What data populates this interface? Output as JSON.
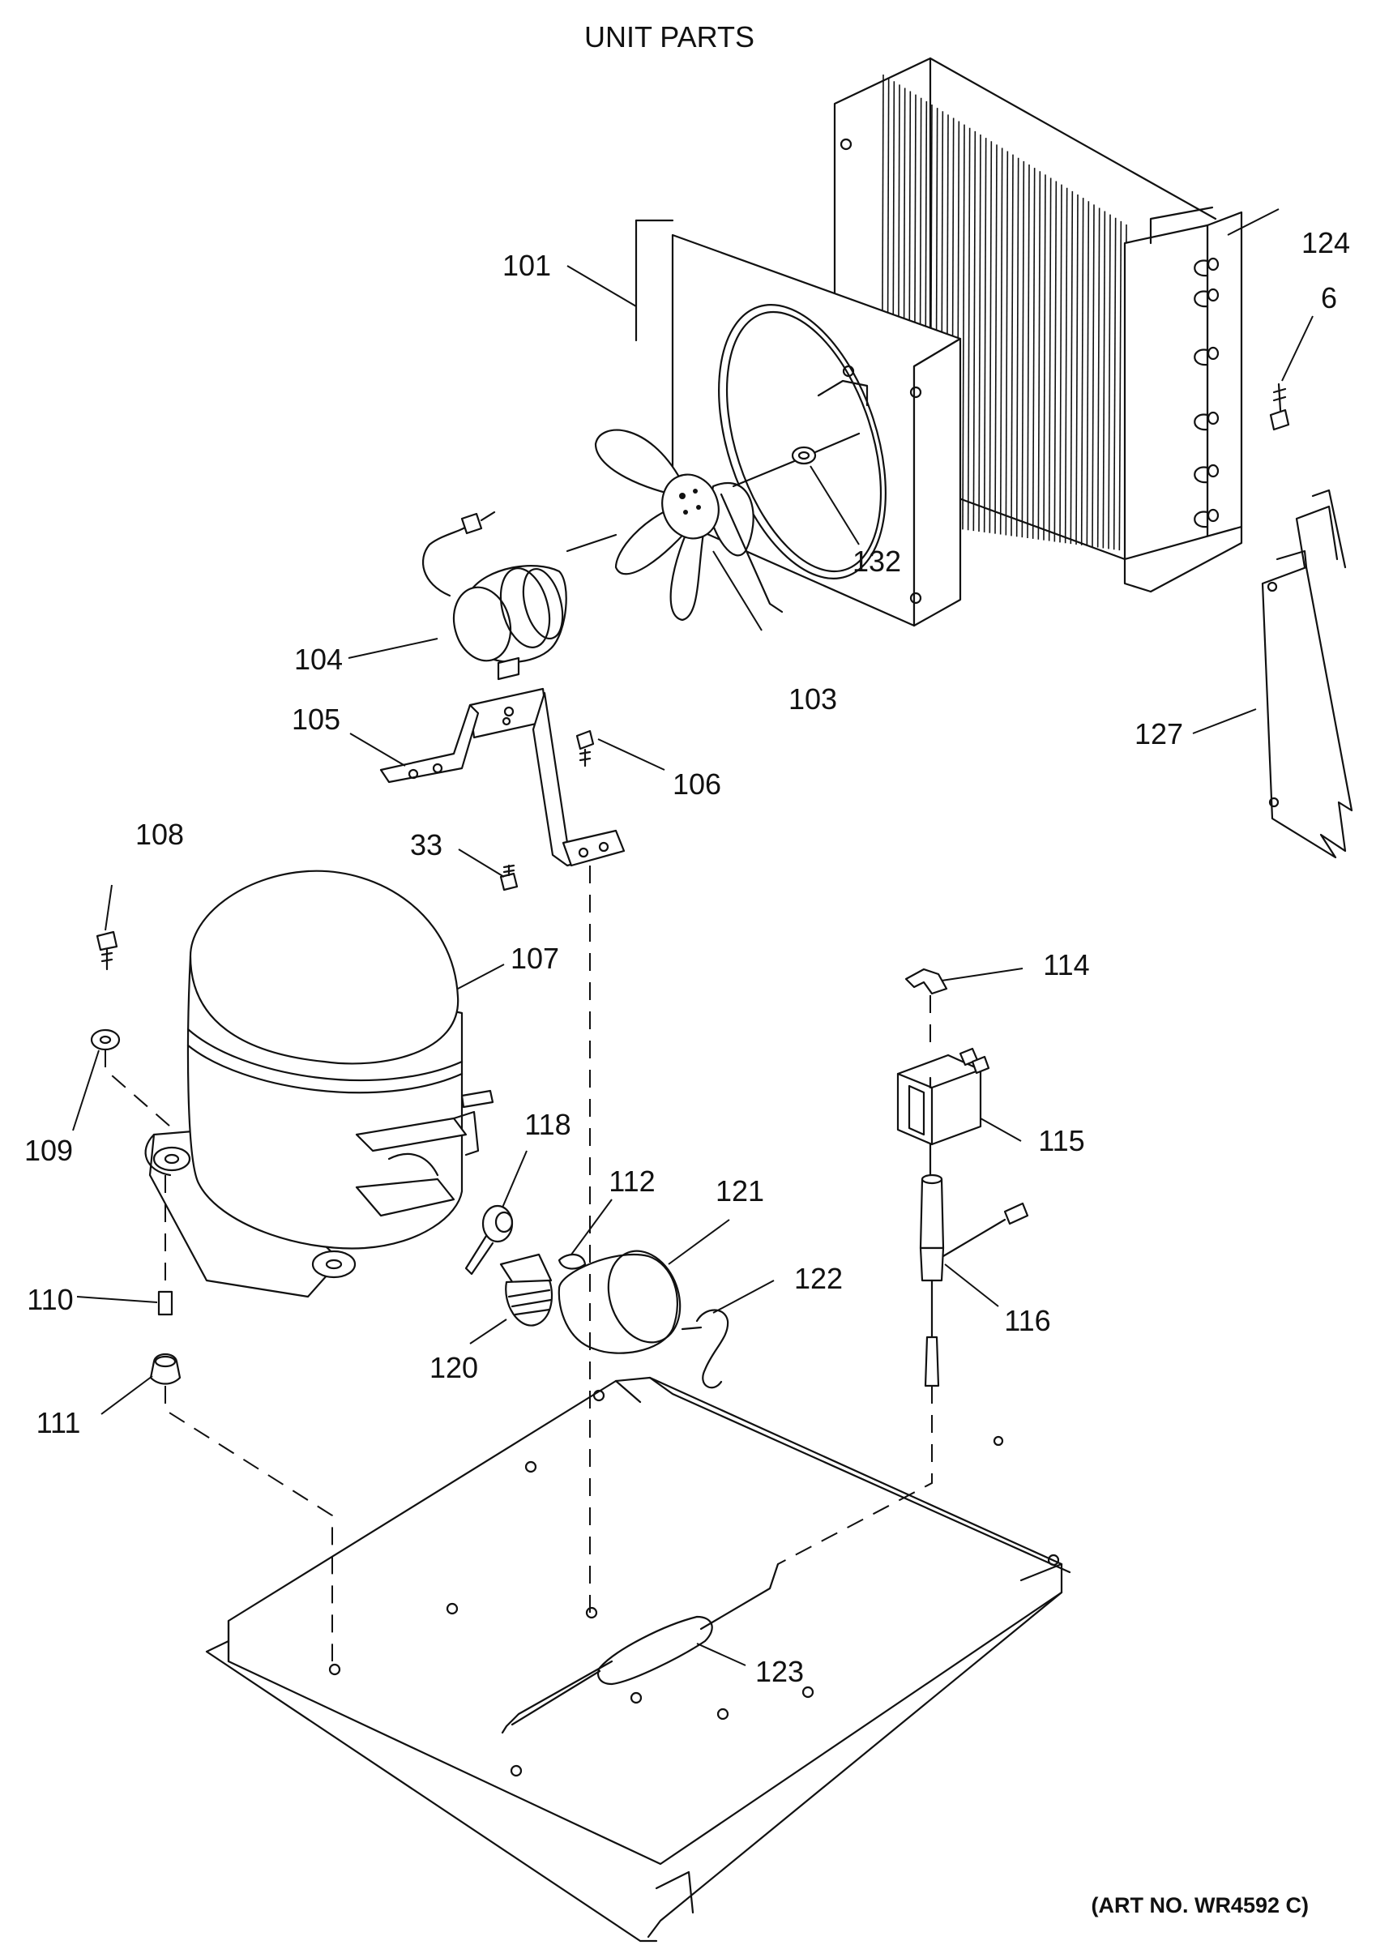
{
  "title": "UNIT PARTS",
  "art_number": "(ART NO. WR4592 C)",
  "labels": {
    "p101": "101",
    "p124": "124",
    "p6": "6",
    "p132": "132",
    "p104": "104",
    "p103": "103",
    "p105": "105",
    "p106": "106",
    "p127": "127",
    "p108": "108",
    "p33": "33",
    "p107": "107",
    "p114": "114",
    "p109": "109",
    "p118": "118",
    "p115": "115",
    "p112": "112",
    "p121": "121",
    "p122": "122",
    "p110": "110",
    "p116": "116",
    "p120": "120",
    "p111": "111",
    "p123": "123"
  }
}
